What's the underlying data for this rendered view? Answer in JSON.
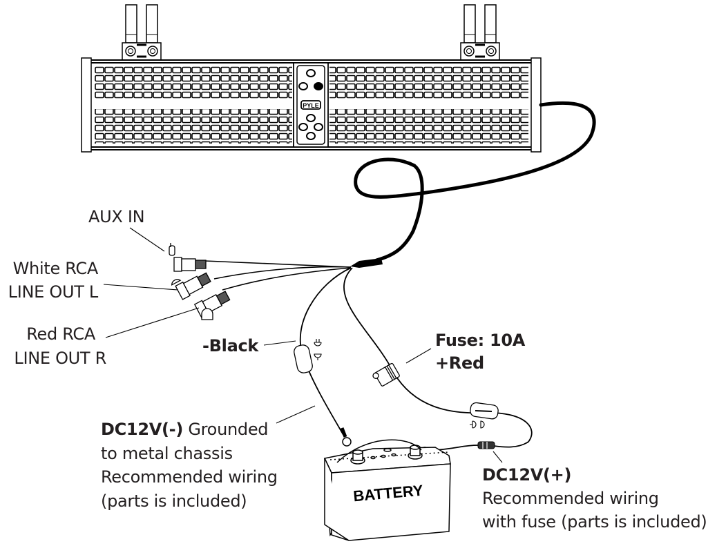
{
  "diagram": {
    "title": "Speaker bar wiring diagram",
    "device": {
      "name": "Soundbar",
      "brand_logo": "PYLE",
      "control_buttons": [
        "power-button",
        "prev-button",
        "mode-button",
        "volume-up-button",
        "prev-track-button",
        "next-track-button",
        "volume-down-button"
      ]
    },
    "labels": {
      "aux_in": "AUX IN",
      "white_rca_line1": "White RCA",
      "white_rca_line2": "LINE OUT L",
      "red_rca_line1": "Red RCA",
      "red_rca_line2": "LINE OUT R",
      "black_wire": "-Black",
      "fuse_line1": "Fuse: 10A",
      "fuse_line2": "+Red",
      "neg_bold": "DC12V(-)",
      "neg_rest": " Grounded",
      "neg_line2": "to metal chassis",
      "neg_line3": "Recommended wiring",
      "neg_line4": "(parts is included)",
      "pos_bold": "DC12V(+)",
      "pos_line2": "Recommended wiring",
      "pos_line3": "with fuse (parts is included)",
      "battery": "BATTERY"
    },
    "colors": {
      "ink": "#231f20",
      "background": "#ffffff",
      "wire": "#000000"
    }
  }
}
